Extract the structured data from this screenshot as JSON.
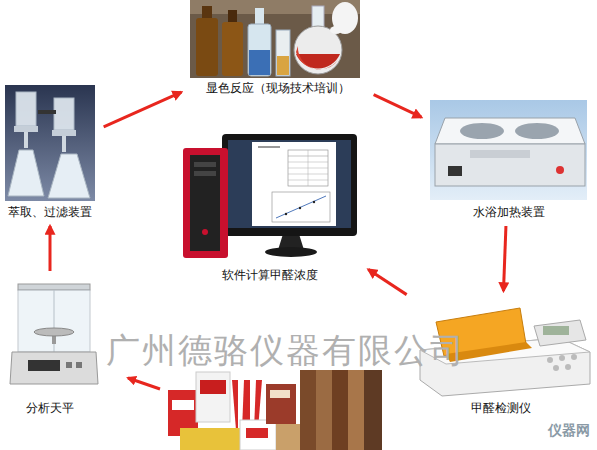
{
  "diagram": {
    "nodes": [
      {
        "text": [
          "显色反应（现场技术培训）"
        ]
      },
      {
        "text": [
          "萃取、过滤装置"
        ]
      },
      {
        "text": [
          "水浴加热装置"
        ]
      },
      {
        "text": [
          "软件计算甲醛浓度"
        ]
      },
      {
        "text": [
          "分析天平"
        ]
      },
      {
        "text": [
          "甲醛检测仪"
        ]
      }
    ],
    "edges": [
      {
        "from": 4,
        "to": 1,
        "arrow": "to"
      },
      {
        "from": 1,
        "to": 0,
        "arrow": "to"
      },
      {
        "from": 0,
        "to": 2,
        "arrow": "to"
      },
      {
        "from": 2,
        "to": 5,
        "arrow": "to"
      },
      {
        "from": 5,
        "to": 3,
        "arrow": "to"
      }
    ],
    "labels": [
      "广州德骆仪器有限公司",
      "仪器网"
    ]
  }
}
